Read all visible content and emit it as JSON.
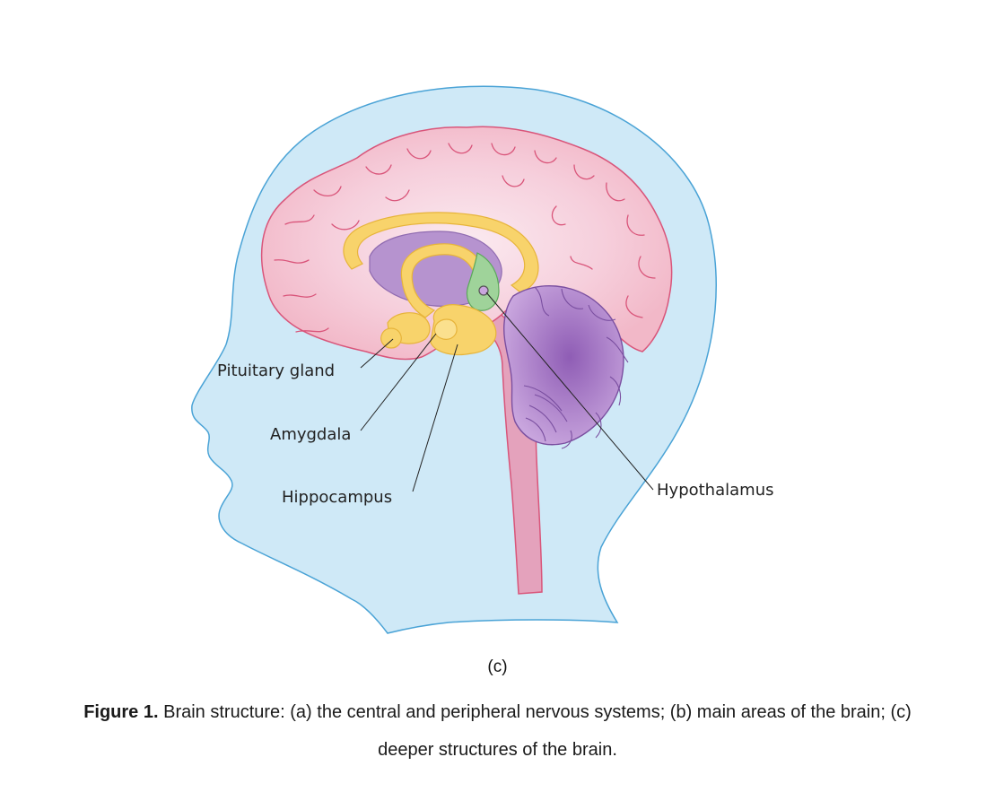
{
  "labels": {
    "pituitary": "Pituitary gland",
    "amygdala": "Amygdala",
    "hippocampus": "Hippocampus",
    "hypothalamus": "Hypothalamus"
  },
  "panel_label": "(c)",
  "caption": {
    "prefix": "Figure 1.",
    "line1": " Brain structure: (a) the central and peripheral nervous systems; (b) main areas of the brain; (c)",
    "line2": "deeper structures of the brain."
  },
  "colors": {
    "head_fill": "#cfe9f7",
    "head_outline": "#4aa3d6",
    "cerebrum": "#f2b8c8",
    "cerebrum_outline": "#d9557a",
    "limbic": "#f8d36b",
    "thalamus": "#b693cf",
    "cerebellum": "#a577c4",
    "hypothalamus": "#9fd39a",
    "brainstem": "#e79bb6"
  }
}
